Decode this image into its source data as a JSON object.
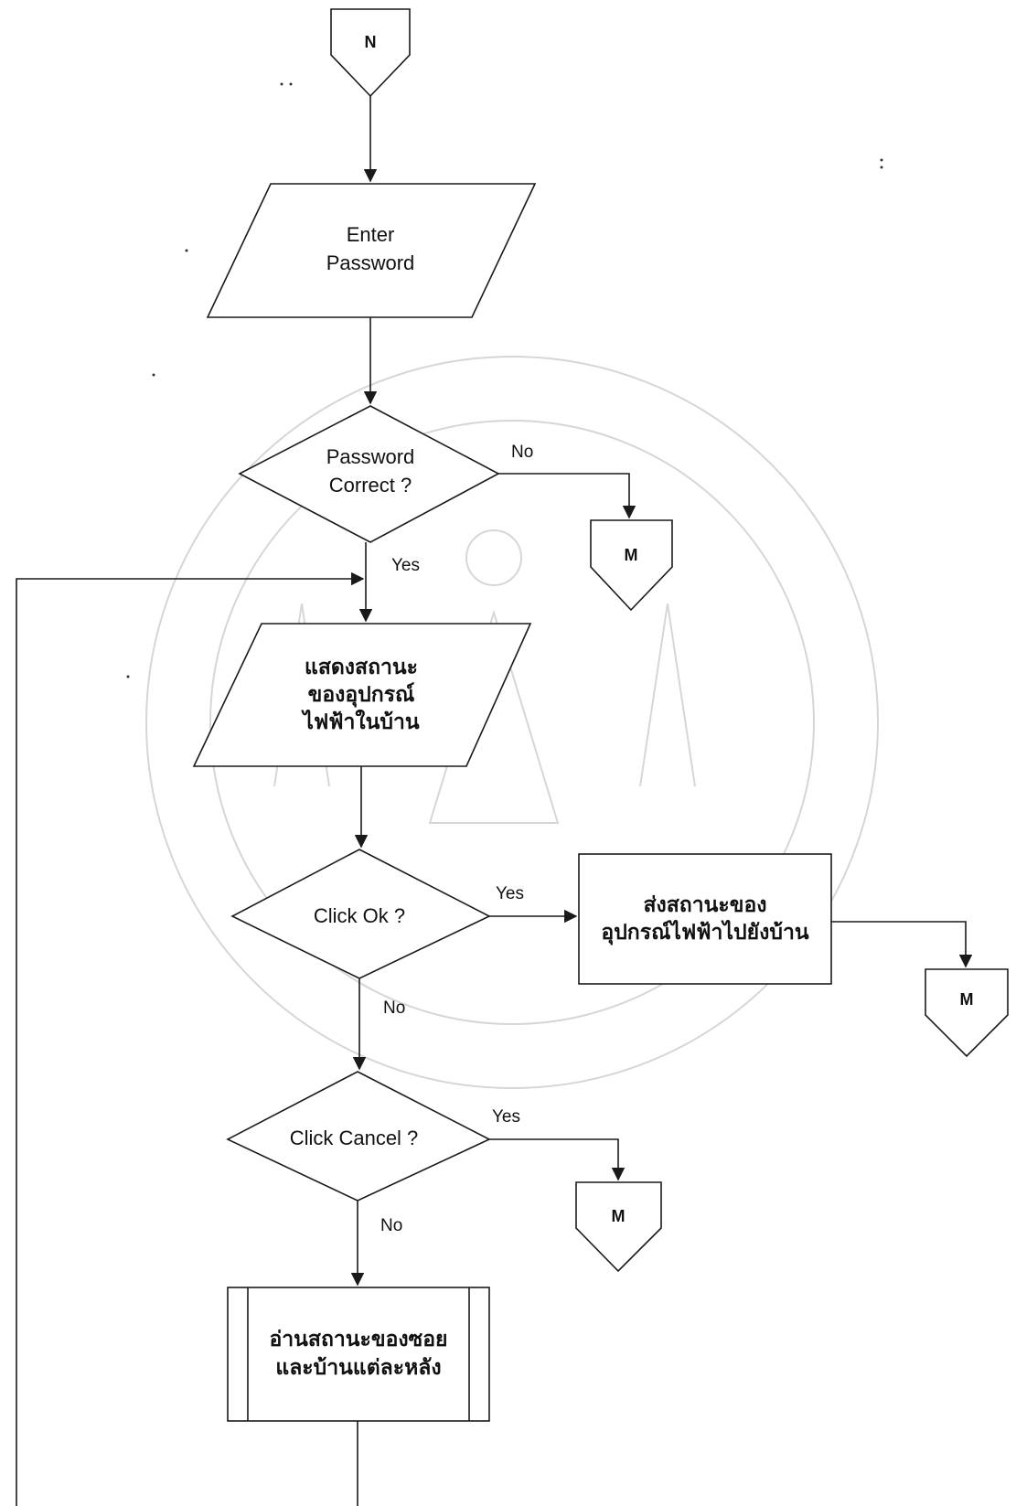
{
  "connectors": {
    "start": "N",
    "exit_password": "M",
    "exit_ok": "M",
    "exit_cancel": "M"
  },
  "nodes": {
    "enter_password": [
      "Enter",
      "Password"
    ],
    "password_correct": [
      "Password",
      "Correct ?"
    ],
    "show_status": [
      "แสดงสถานะ",
      "ของอุปกรณ์",
      "ไฟฟ้าในบ้าน"
    ],
    "click_ok": [
      "Click Ok ?"
    ],
    "send_status": [
      "ส่งสถานะของ",
      "อุปกรณ์ไฟฟ้าไปยังบ้าน"
    ],
    "click_cancel": [
      "Click Cancel ?"
    ],
    "read_status": [
      "อ่านสถานะของซอย",
      "และบ้านแต่ละหลัง"
    ]
  },
  "branch_labels": {
    "password_no": "No",
    "password_yes": "Yes",
    "ok_yes": "Yes",
    "ok_no": "No",
    "cancel_yes": "Yes",
    "cancel_no": "No"
  }
}
